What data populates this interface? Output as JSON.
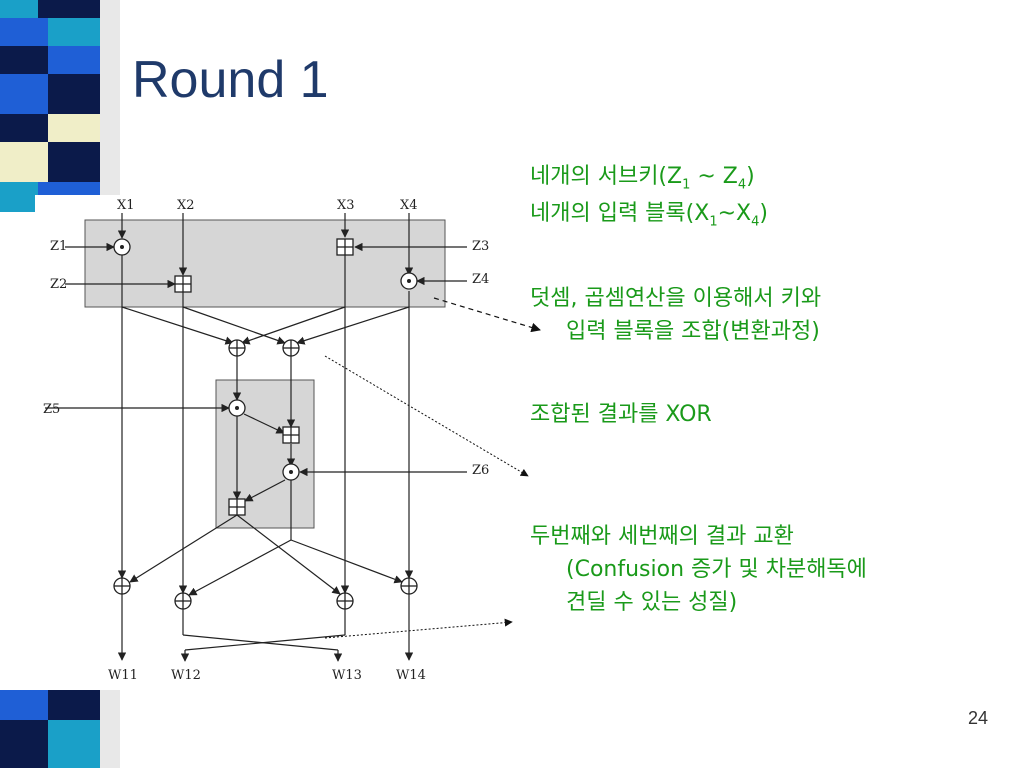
{
  "slide": {
    "title": "Round 1",
    "page_number": "24"
  },
  "notes": {
    "n1": {
      "prefix": "네개의 서브키(Z",
      "s1": "1",
      "mid": " ~ Z",
      "s2": "4",
      "suffix": ")"
    },
    "n2": {
      "prefix": "네개의 입력 블록(X",
      "s1": "1",
      "mid": "~X",
      "s2": "4",
      "suffix": ")"
    },
    "n3": {
      "line1": "덧셈, 곱셈연산을 이용해서 키와",
      "line2": "입력 블록을 조합(변환과정)"
    },
    "n4": {
      "line1": "조합된 결과를 XOR"
    },
    "n5": {
      "line1": "두번째와 세번째의 결과 교환",
      "line2": "(Confusion 증가 및 차분해독에",
      "line3": "견딜 수 있는 성질)"
    }
  },
  "diagram": {
    "inputs": [
      "X1",
      "X2",
      "X3",
      "X4"
    ],
    "keys": [
      "Z1",
      "Z2",
      "Z3",
      "Z4",
      "Z5",
      "Z6"
    ],
    "outputs": [
      "W11",
      "W12",
      "W13",
      "W14"
    ]
  },
  "colors": {
    "title": "#1f3a6a",
    "note_text": "#1a9a1a",
    "panel_shade": "#d6d6d6",
    "strip_blue": "#1f5fd6",
    "strip_cyan": "#1aa0c8",
    "strip_cream": "#f0eec8",
    "strip_navy": "#0b1a4a"
  }
}
